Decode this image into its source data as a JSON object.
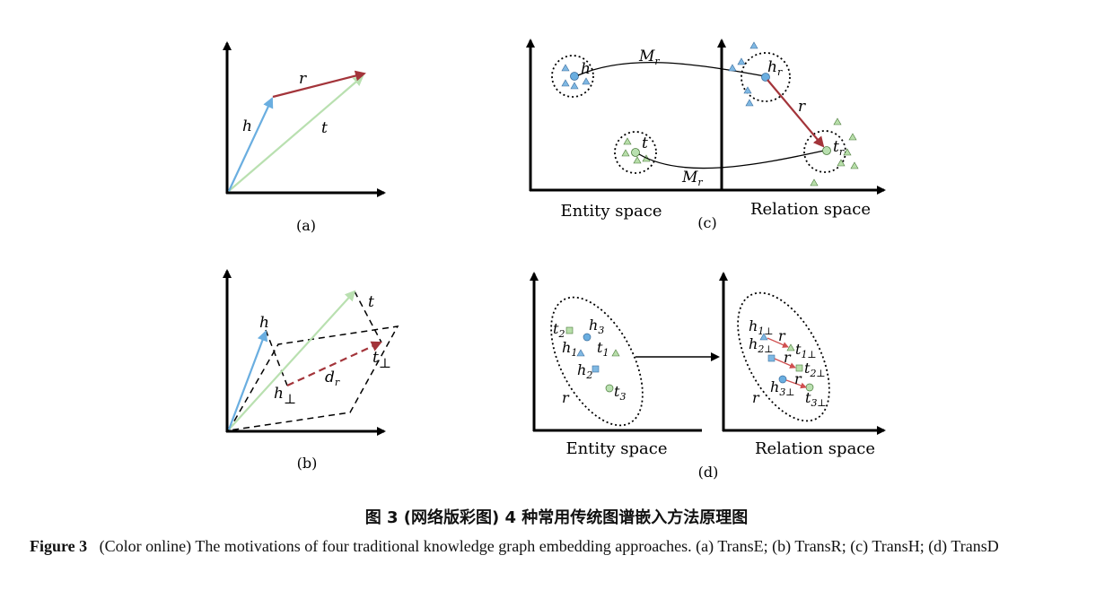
{
  "panel_a": {
    "label": "(a)",
    "h": "h",
    "r": "r",
    "t": "t"
  },
  "panel_b": {
    "label": "(b)",
    "h": "h",
    "t": "t",
    "dr": "d",
    "dr_sub": "r",
    "h_perp": "h",
    "t_perp": "t",
    "perp": "⊥"
  },
  "panel_c": {
    "label": "(c)",
    "entity_space": "Entity space",
    "relation_space": "Relation space",
    "M": "M",
    "M_sub": "r",
    "h": "h",
    "t": "t",
    "hr": "h",
    "hr_sub": "r",
    "tr": "t",
    "tr_sub": "r",
    "r": "r"
  },
  "panel_d": {
    "label": "(d)",
    "entity_space": "Entity space",
    "relation_space": "Relation space",
    "t2": "t",
    "t2_sub": "2",
    "h3": "h",
    "h3_sub": "3",
    "h1": "h",
    "h1_sub": "1",
    "t1": "t",
    "t1_sub": "1",
    "h2": "h",
    "h2_sub": "2",
    "t3": "t",
    "t3_sub": "3",
    "r": "r",
    "h1p": "h",
    "h1p_sub": "1⊥",
    "h2p": "h",
    "h2p_sub": "2⊥",
    "t1p": "t",
    "t1p_sub": "1⊥",
    "t2p": "t",
    "t2p_sub": "2⊥",
    "h3p": "h",
    "h3p_sub": "3⊥",
    "t3p": "t",
    "t3p_sub": "3⊥",
    "r1": "r",
    "r2": "r",
    "r3": "r",
    "r_left": "r"
  },
  "caption_cn": "图 3 (网络版彩图) 4 种常用传统图谱嵌入方法原理图",
  "caption_en": {
    "label": "Figure 3",
    "text": "(Color online) The motivations of four traditional knowledge graph embedding approaches. (a) TransE; (b) TransR; (c) TransH; (d) TransD"
  },
  "colors": {
    "blue": "#6aaee0",
    "red": "#a3343a",
    "green": "#b9e0b0",
    "shape_blue": "#7fb8e3",
    "shape_green": "#b7dea9"
  }
}
